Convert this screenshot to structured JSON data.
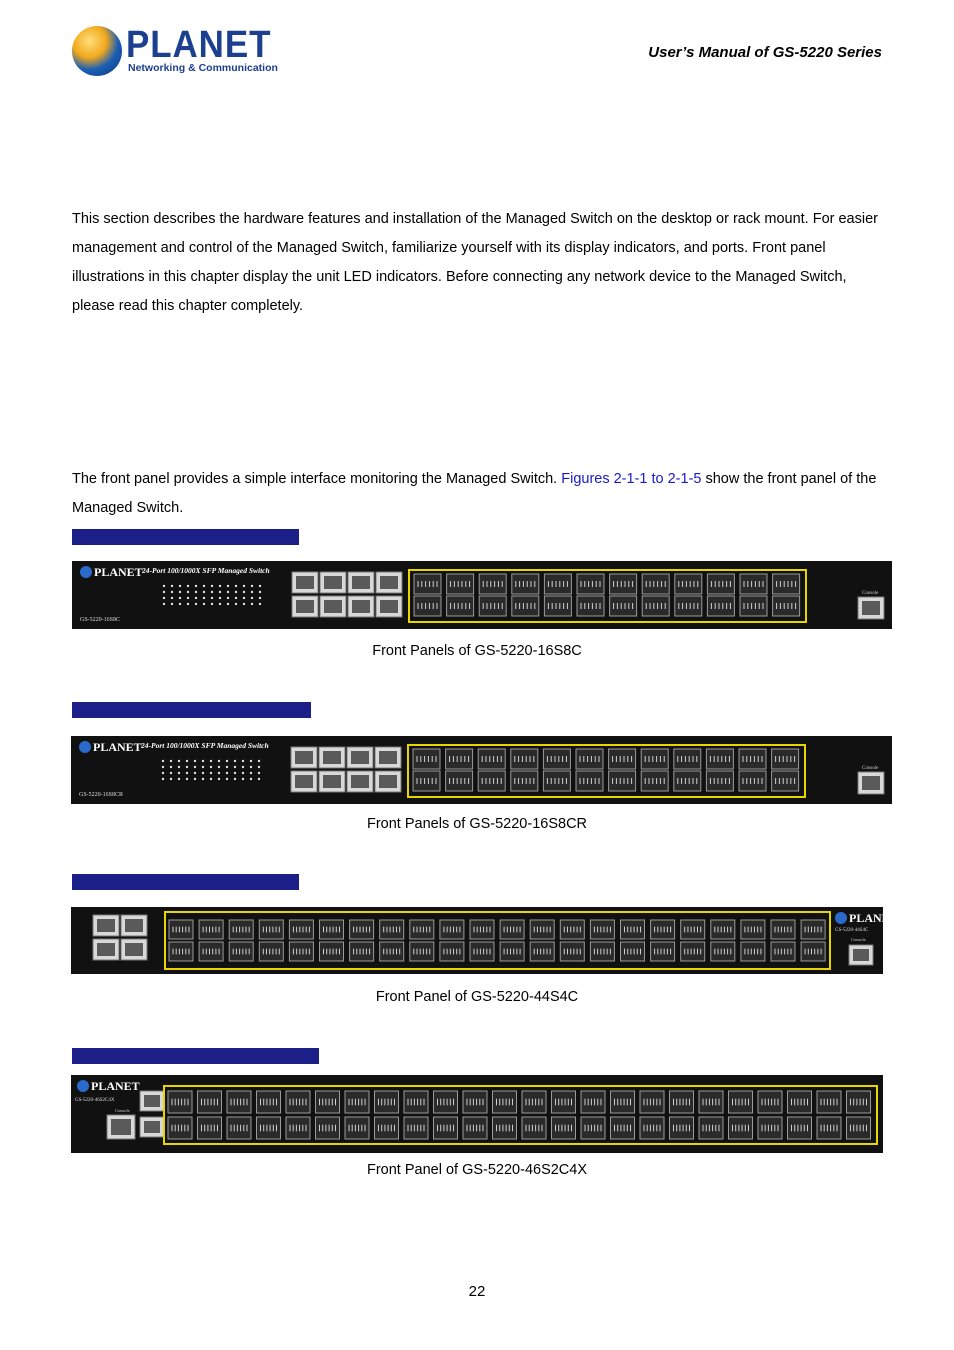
{
  "header": {
    "logo_brand": "PLANET",
    "logo_tagline": "Networking & Communication",
    "title": "User’s  Manual  of  GS-5220  Series"
  },
  "intro": {
    "text": "This section describes the hardware features and installation of the Managed Switch on the desktop or rack mount. For easier management and control of the Managed Switch, familiarize yourself with its display indicators, and ports. Front panel illustrations in this chapter display the unit LED indicators. Before connecting any network device to the Managed Switch, please read this chapter completely."
  },
  "front_panel": {
    "text_before": "The front panel provides a simple interface monitoring the Managed Switch. ",
    "link": "Figures 2-1-1 to 2-1-5",
    "text_after": " show the front panel of the Managed Switch."
  },
  "figures": [
    {
      "caption": "Front Panels of GS-5220-16S8C",
      "model": "GS-5220-16S8C",
      "title": "24-Port 100/1000X SFP Managed Switch"
    },
    {
      "caption": "Front Panels of GS-5220-16S8CR",
      "model": "GS-5220-16S8CR",
      "title": "24-Port 100/1000X SFP Managed Switch"
    },
    {
      "caption": "Front Panel of GS-5220-44S4C",
      "model": "GS-5220-44S4C"
    },
    {
      "caption": "Front Panel of GS-5220-46S2C4X",
      "model": "GS-5220-46S2C4X"
    }
  ],
  "console_label": "Console",
  "page_number": "22",
  "colors": {
    "bar": "#1d1f89",
    "link": "#1a1ac8",
    "panel": "#111111",
    "sfp_outline": "#e8d400"
  }
}
